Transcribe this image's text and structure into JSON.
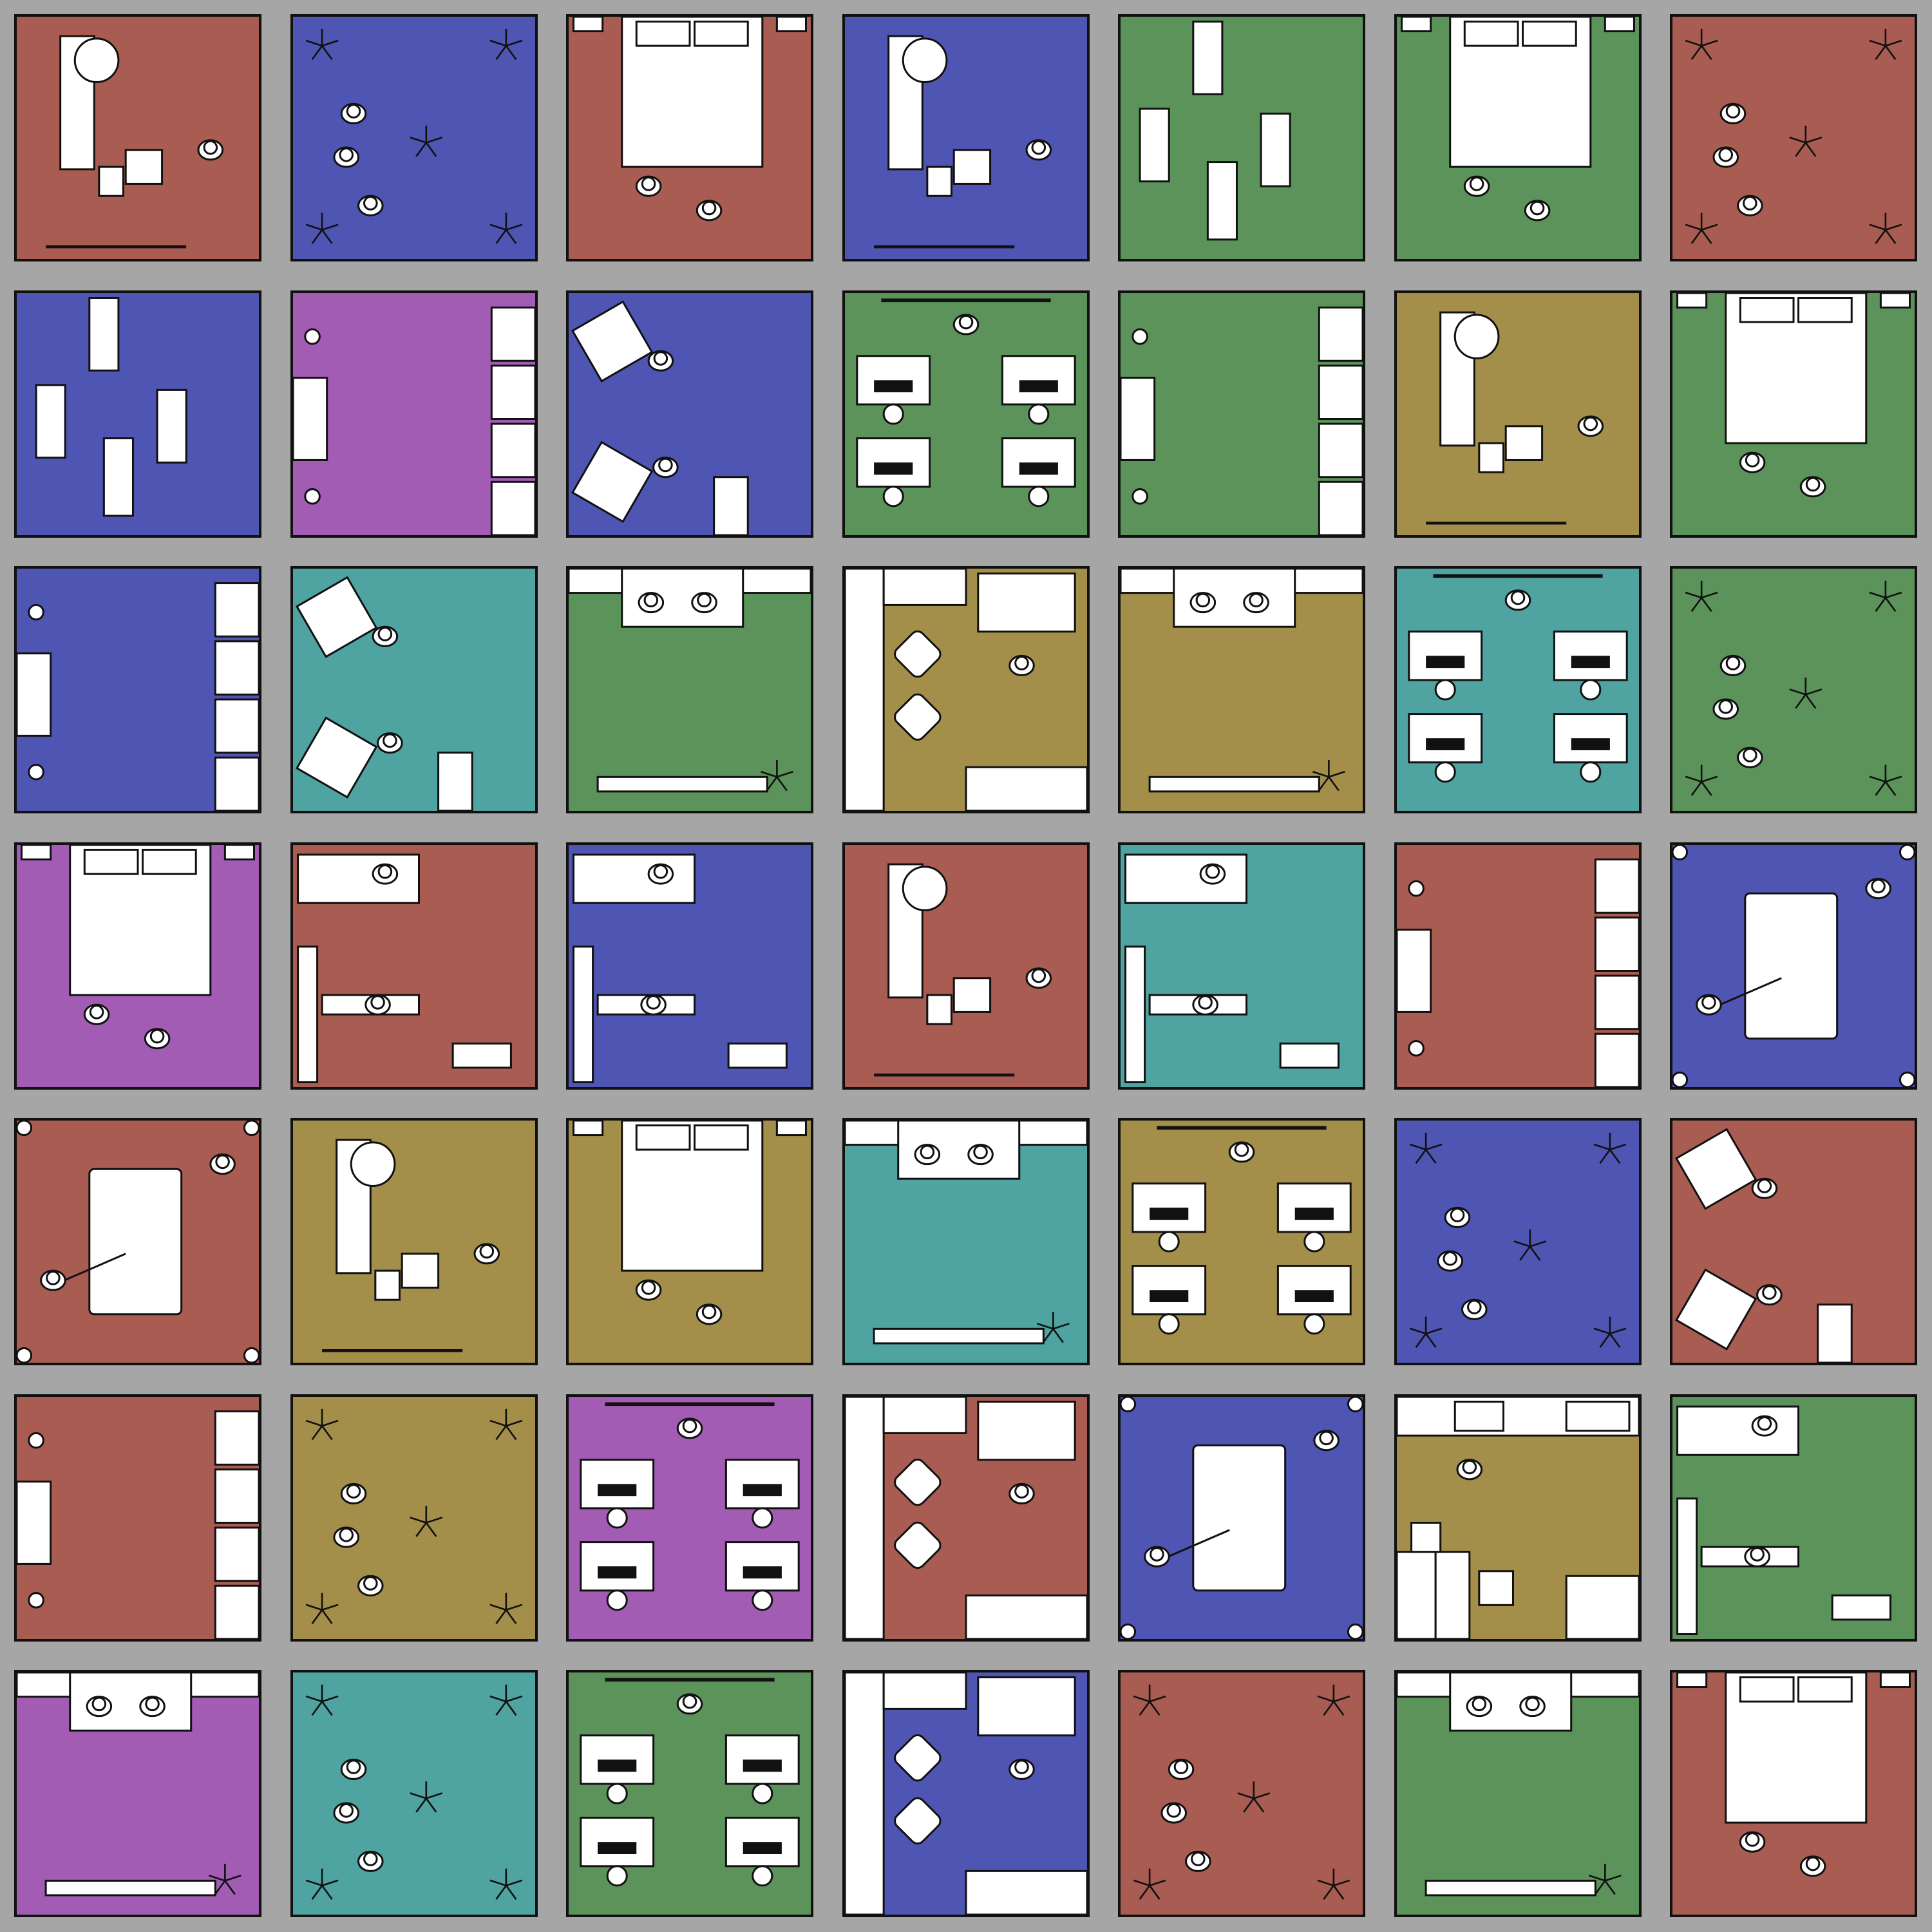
{
  "palette": {
    "red": "#a95c52",
    "blue": "#4f55b2",
    "green": "#5b935a",
    "purple": "#a25cb4",
    "teal": "#4fa3a0",
    "olive": "#a38f4a",
    "wall": "#a6a6a6",
    "furniture": "#ffffff",
    "outline": "#111111"
  },
  "rooms": [
    [
      {
        "type": "office-desk",
        "color": "red"
      },
      {
        "type": "lounge",
        "color": "blue"
      },
      {
        "type": "bedroom",
        "color": "red"
      },
      {
        "type": "office-desk",
        "color": "blue"
      },
      {
        "type": "bikes",
        "color": "green"
      },
      {
        "type": "bedroom",
        "color": "green"
      },
      {
        "type": "lounge",
        "color": "red"
      }
    ],
    [
      {
        "type": "bikes",
        "color": "blue"
      },
      {
        "type": "storage",
        "color": "purple"
      },
      {
        "type": "armchairs",
        "color": "blue"
      },
      {
        "type": "computer-lab",
        "color": "green"
      },
      {
        "type": "storage",
        "color": "green"
      },
      {
        "type": "office-desk",
        "color": "olive"
      },
      {
        "type": "bedroom",
        "color": "green"
      }
    ],
    [
      {
        "type": "storage",
        "color": "blue"
      },
      {
        "type": "armchairs",
        "color": "teal"
      },
      {
        "type": "tv-sofa",
        "color": "green"
      },
      {
        "type": "reception",
        "color": "olive"
      },
      {
        "type": "tv-sofa",
        "color": "olive"
      },
      {
        "type": "computer-lab",
        "color": "teal"
      },
      {
        "type": "lounge",
        "color": "green"
      }
    ],
    [
      {
        "type": "bedroom",
        "color": "purple"
      },
      {
        "type": "gym",
        "color": "red"
      },
      {
        "type": "gym",
        "color": "blue"
      },
      {
        "type": "office-desk",
        "color": "red"
      },
      {
        "type": "gym",
        "color": "teal"
      },
      {
        "type": "storage",
        "color": "red"
      },
      {
        "type": "billiards",
        "color": "blue"
      }
    ],
    [
      {
        "type": "billiards",
        "color": "red"
      },
      {
        "type": "office-desk",
        "color": "olive"
      },
      {
        "type": "bedroom",
        "color": "olive"
      },
      {
        "type": "tv-sofa",
        "color": "teal"
      },
      {
        "type": "computer-lab",
        "color": "olive"
      },
      {
        "type": "lounge",
        "color": "blue"
      },
      {
        "type": "armchairs",
        "color": "red"
      }
    ],
    [
      {
        "type": "storage",
        "color": "red"
      },
      {
        "type": "lounge",
        "color": "olive"
      },
      {
        "type": "computer-lab",
        "color": "purple"
      },
      {
        "type": "reception",
        "color": "red"
      },
      {
        "type": "billiards",
        "color": "blue"
      },
      {
        "type": "kitchen",
        "color": "olive"
      },
      {
        "type": "gym",
        "color": "green"
      }
    ],
    [
      {
        "type": "tv-sofa",
        "color": "purple"
      },
      {
        "type": "lounge",
        "color": "teal"
      },
      {
        "type": "computer-lab",
        "color": "green"
      },
      {
        "type": "reception",
        "color": "blue"
      },
      {
        "type": "lounge",
        "color": "red"
      },
      {
        "type": "tv-sofa",
        "color": "green"
      },
      {
        "type": "bedroom",
        "color": "red"
      }
    ]
  ]
}
